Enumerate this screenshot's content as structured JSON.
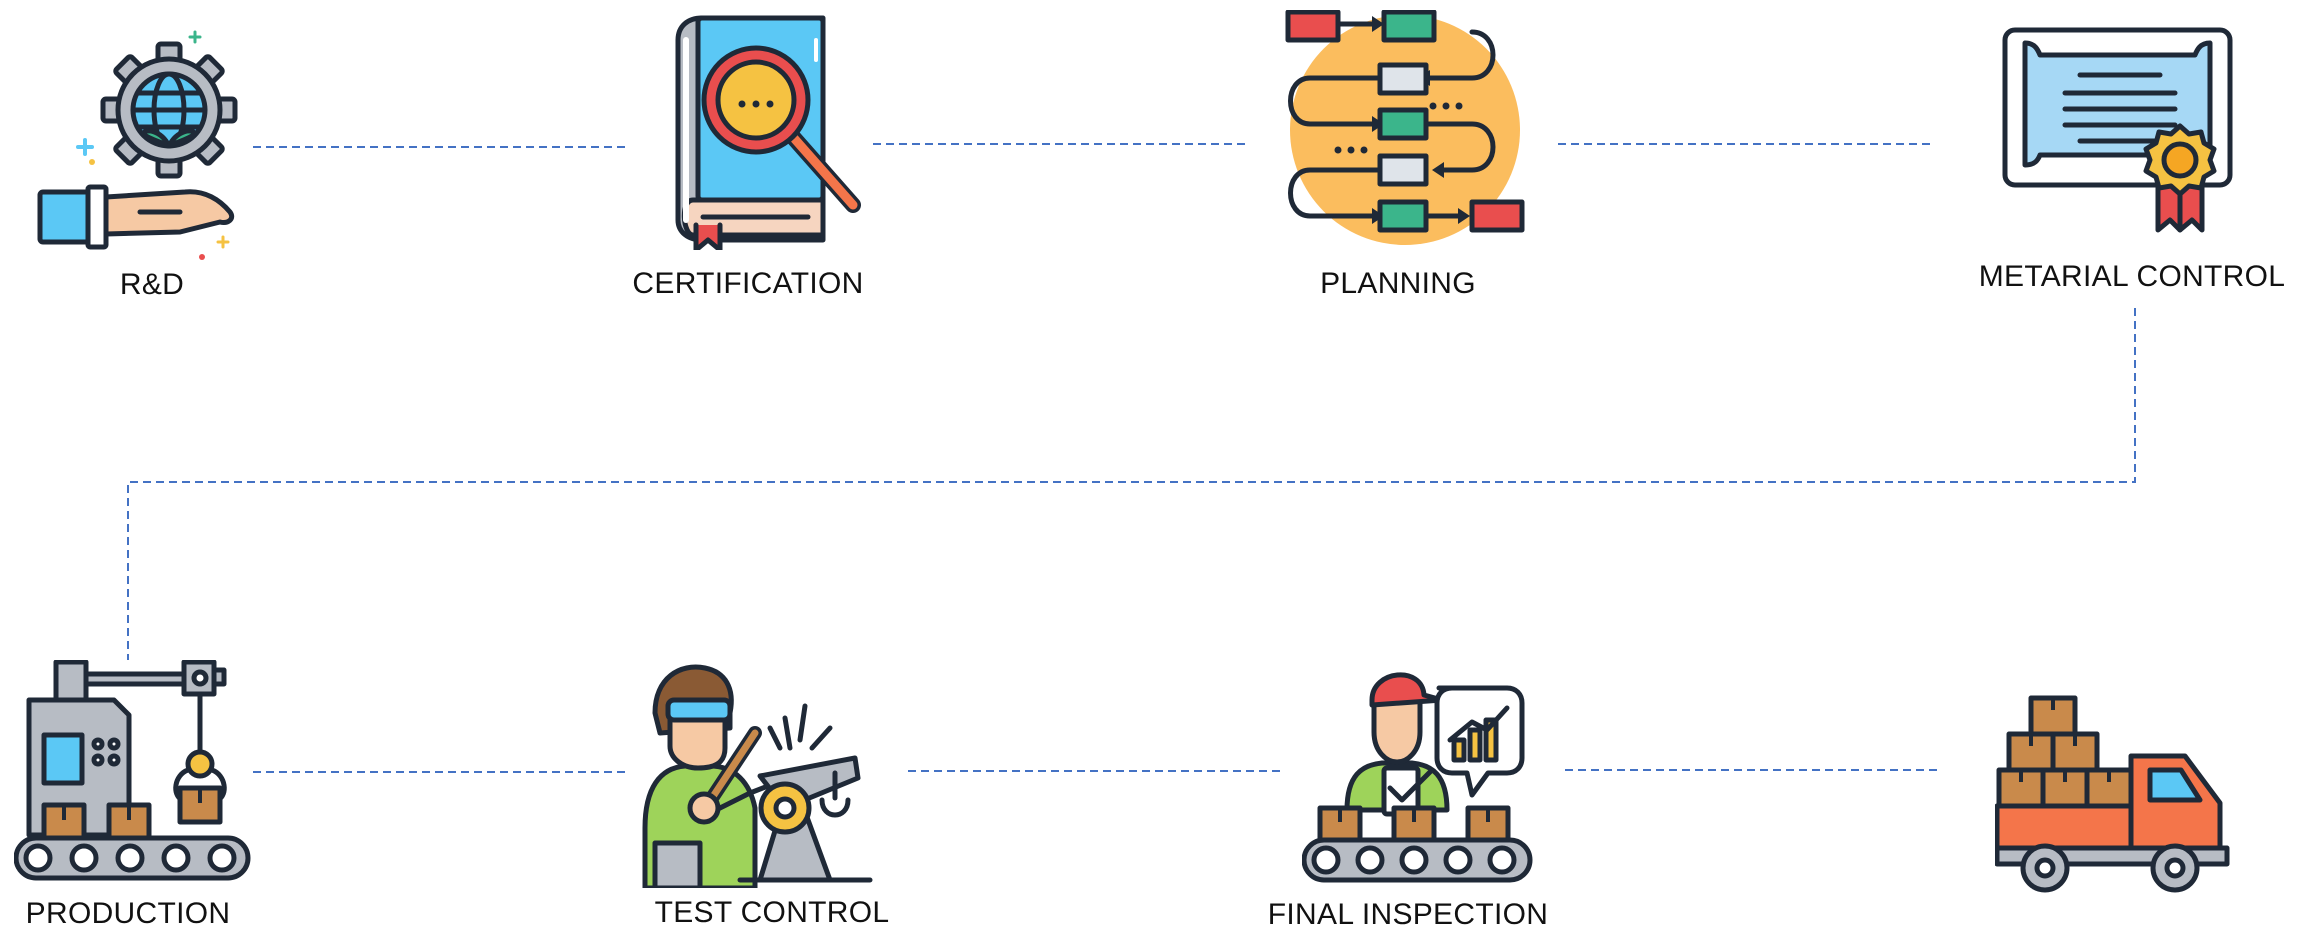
{
  "colors": {
    "outline": "#1f2937",
    "connector": "#4472c4",
    "blue": "#5bc8f5",
    "light_blue": "#a6d8f5",
    "red": "#e94e4e",
    "green": "#3bb58b",
    "orange_circle": "#fbbd5e",
    "skin": "#f6c9a4",
    "box": "#c98a4b",
    "gray": "#b7bcc4",
    "gold": "#f5c242"
  },
  "steps": [
    {
      "id": "rd",
      "label": "R&D",
      "icon": "gear-globe-hand-icon"
    },
    {
      "id": "certification",
      "label": "CERTIFICATION",
      "icon": "book-magnifier-icon"
    },
    {
      "id": "planning",
      "label": "PLANNING",
      "icon": "flowchart-icon"
    },
    {
      "id": "material",
      "label": "METARIAL CONTROL",
      "icon": "certificate-icon"
    },
    {
      "id": "production",
      "label": "PRODUCTION",
      "icon": "robot-conveyor-icon"
    },
    {
      "id": "test",
      "label": "TEST CONTROL",
      "icon": "engineer-robot-arm-icon"
    },
    {
      "id": "final",
      "label": "FINAL INSPECTION",
      "icon": "inspector-conveyor-icon"
    },
    {
      "id": "delivery",
      "label": "",
      "icon": "delivery-truck-icon"
    }
  ]
}
